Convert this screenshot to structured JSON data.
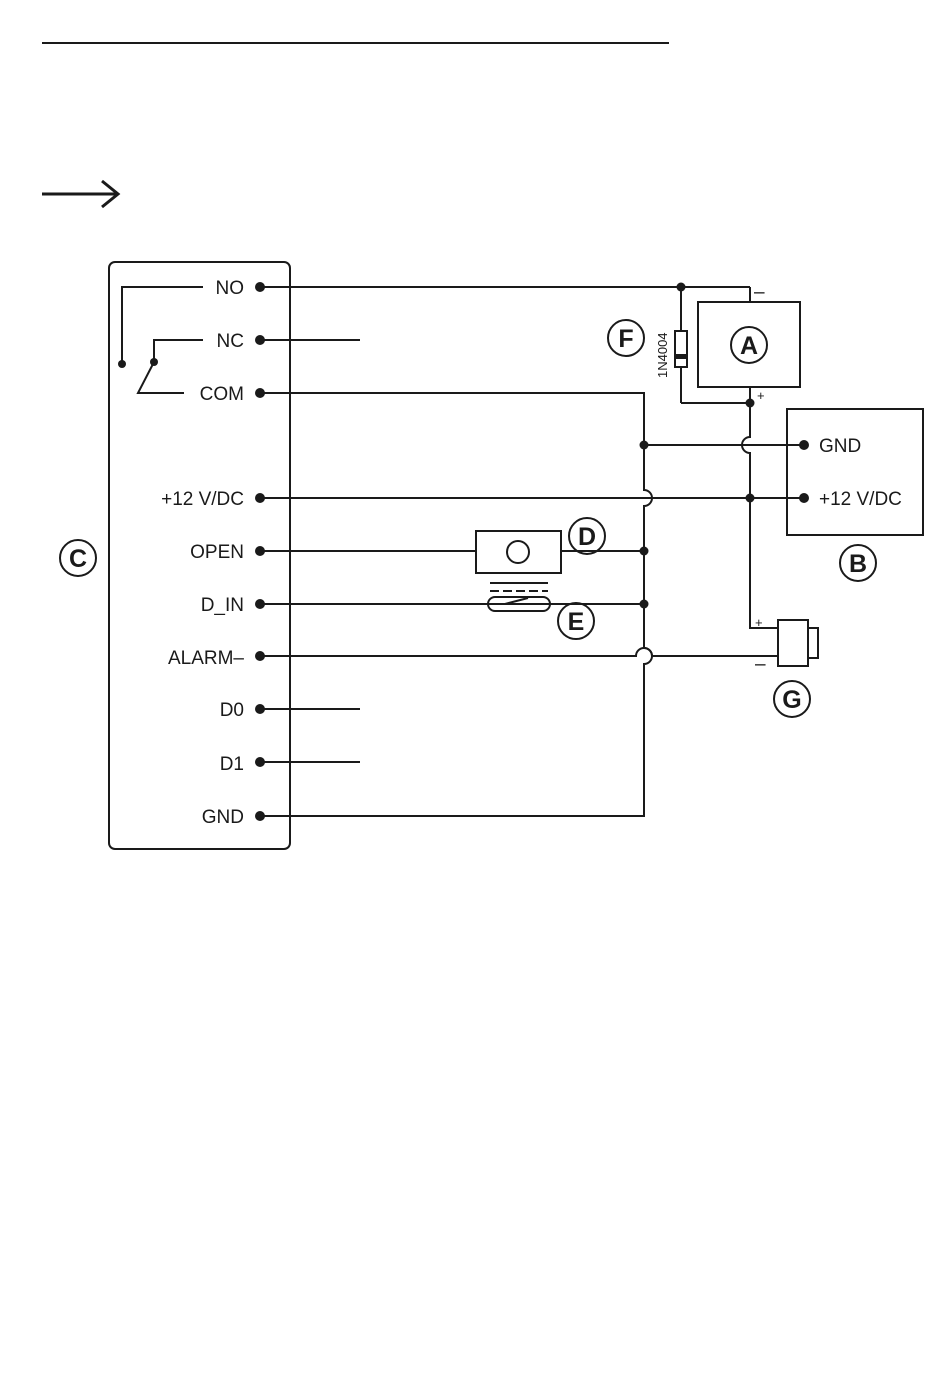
{
  "terminals": {
    "no": "NO",
    "nc": "NC",
    "com": "COM",
    "v12": "+12 V/DC",
    "open": "OPEN",
    "d_in": "D_IN",
    "alarm": "ALARM–",
    "d0": "D0",
    "d1": "D1",
    "gnd": "GND"
  },
  "power_supply": {
    "gnd": "GND",
    "v12": "+12 V/DC"
  },
  "callouts": {
    "a": "A",
    "b": "B",
    "c": "C",
    "d": "D",
    "e": "E",
    "f": "F",
    "g": "G"
  },
  "diode_label": "1N4004",
  "polarity": {
    "lock_minus": "–",
    "lock_plus": "+",
    "siren_plus": "+",
    "siren_minus": "–"
  }
}
